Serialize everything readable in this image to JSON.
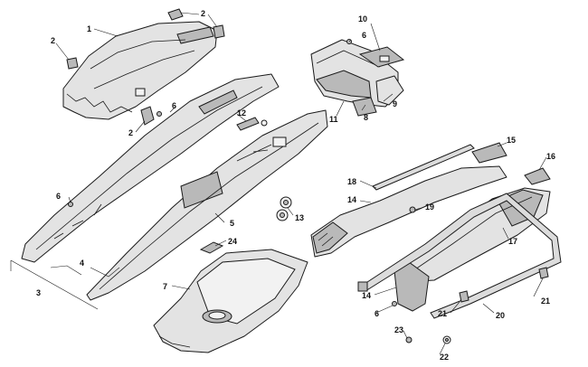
{
  "callouts": {
    "c1": "1",
    "c2a": "2",
    "c2b": "2",
    "c2c": "2",
    "c3": "3",
    "c4": "4",
    "c5": "5",
    "c6a": "6",
    "c6b": "6",
    "c6c": "6",
    "c6d": "6",
    "c7": "7",
    "c8": "8",
    "c9": "9",
    "c10": "10",
    "c11": "11",
    "c12": "12",
    "c13": "13",
    "c14a": "14",
    "c14b": "14",
    "c15": "15",
    "c16": "16",
    "c17": "17",
    "c18": "18",
    "c19": "19",
    "c20": "20",
    "c21a": "21",
    "c21b": "21",
    "c22": "22",
    "c23": "23",
    "c24": "24"
  },
  "colors": {
    "line": "#1a1a1a",
    "fill": "#e3e3e3",
    "shade": "#b9b9b9",
    "background": "#ffffff"
  }
}
